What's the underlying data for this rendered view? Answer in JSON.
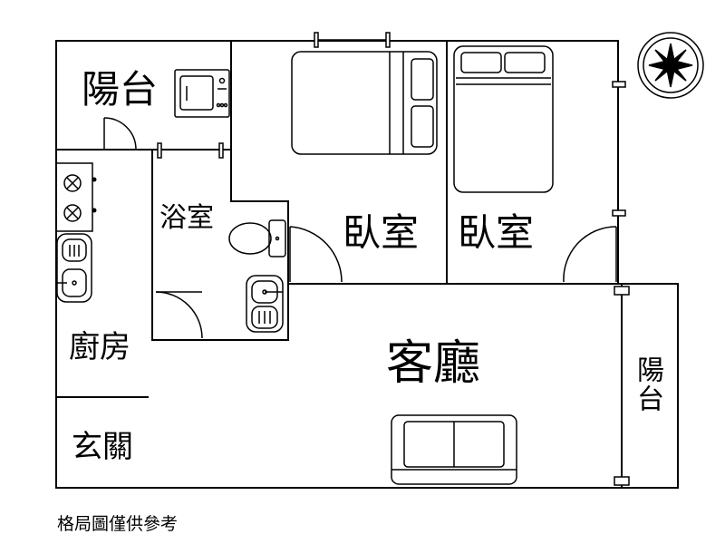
{
  "rooms": {
    "balcony_top": "陽台",
    "bathroom": "浴室",
    "bedroom_main": "臥室",
    "bedroom_second": "臥室",
    "kitchen": "廚房",
    "living_room": "客廳",
    "balcony_side": "陽台",
    "entrance": "玄關"
  },
  "compass_icon": "compass-rose-icon",
  "caption": "格局圖僅供參考"
}
